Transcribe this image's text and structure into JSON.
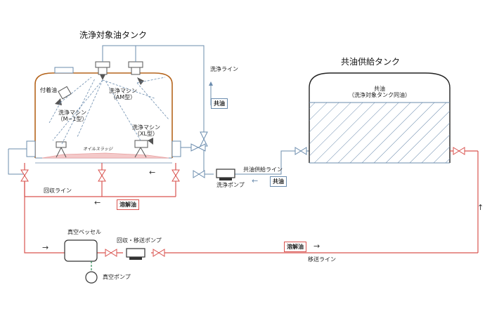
{
  "titles": {
    "wash_tank": "洗浄対象油タンク",
    "supply_tank": "共油供給タンク"
  },
  "labels": {
    "attached_oil": "付着油",
    "machine_am_1": "洗浄マシン",
    "machine_am_2": "（AM型）",
    "machine_m1_1": "洗浄マシン",
    "machine_m1_2": "（M−1型）",
    "machine_xl_1": "洗浄マシン",
    "machine_xl_2": "（XL型）",
    "oil_sludge": "オイルスラッジ",
    "wash_line": "洗浄ライン",
    "supply_oil_line": "共油供給ライン",
    "wash_pump": "洗浄ポンプ",
    "recovery_line": "回収ライン",
    "vacuum_vessel": "真空ベッセル",
    "recovery_transfer_pump": "回収・移送ポンプ",
    "vacuum_pump": "真空ポンプ",
    "transfer_line": "移送ライン",
    "supply_content_1": "共油",
    "supply_content_2": "（洗浄対象タンク同油）"
  },
  "boxes": {
    "kyoyu_1": "共油",
    "kyoyu_2": "共油",
    "yokaiyu_1": "溶解油",
    "yokaiyu_2": "溶解油"
  },
  "arrows": {
    "left": "←",
    "right": "→",
    "up": "↑"
  },
  "colors": {
    "wash_line": "#6b8cae",
    "red_line": "#d9534f",
    "tank_wall": "#b5651d",
    "green": "#2e8b57",
    "hatch": "#6b8cae",
    "sludge": "#e8a0a0"
  }
}
